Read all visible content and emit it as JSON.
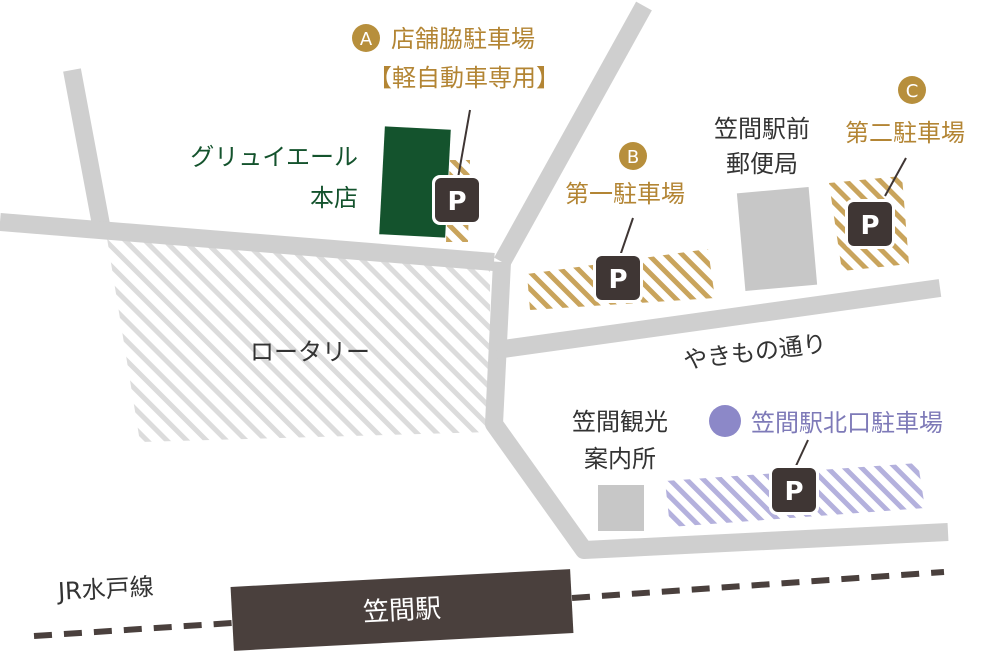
{
  "colors": {
    "road": "#cfcfcf",
    "building_gray": "#c7c7c7",
    "store_green": "#14532d",
    "parking_gold": "#b78f3c",
    "parking_gold_text": "#b38534",
    "parking_purple": "#8c88c8",
    "parking_purple_text": "#7e7ab8",
    "sign_dark": "#3f3634",
    "station": "#4a403d",
    "text_dark": "#333333",
    "rotary_hatch": "#d9d9d9"
  },
  "labels": {
    "store": [
      "グリュイエール",
      "本店"
    ],
    "rotary": "ロータリー",
    "post_office": [
      "笠間駅前",
      "郵便局"
    ],
    "tourist_info": [
      "笠間観光",
      "案内所"
    ],
    "street": "やきもの通り",
    "rail_line": "JR水戸線",
    "station": "笠間駅"
  },
  "parking": {
    "sign_letter": "P",
    "lot_a": {
      "badge": "A",
      "name": "店舗脇駐車場",
      "note": "【軽自動車専用】"
    },
    "lot_b": {
      "badge": "B",
      "name": "第一駐車場"
    },
    "lot_c": {
      "badge": "C",
      "name": "第二駐車場"
    },
    "north_exit": {
      "name": "笠間駅北口駐車場"
    }
  }
}
